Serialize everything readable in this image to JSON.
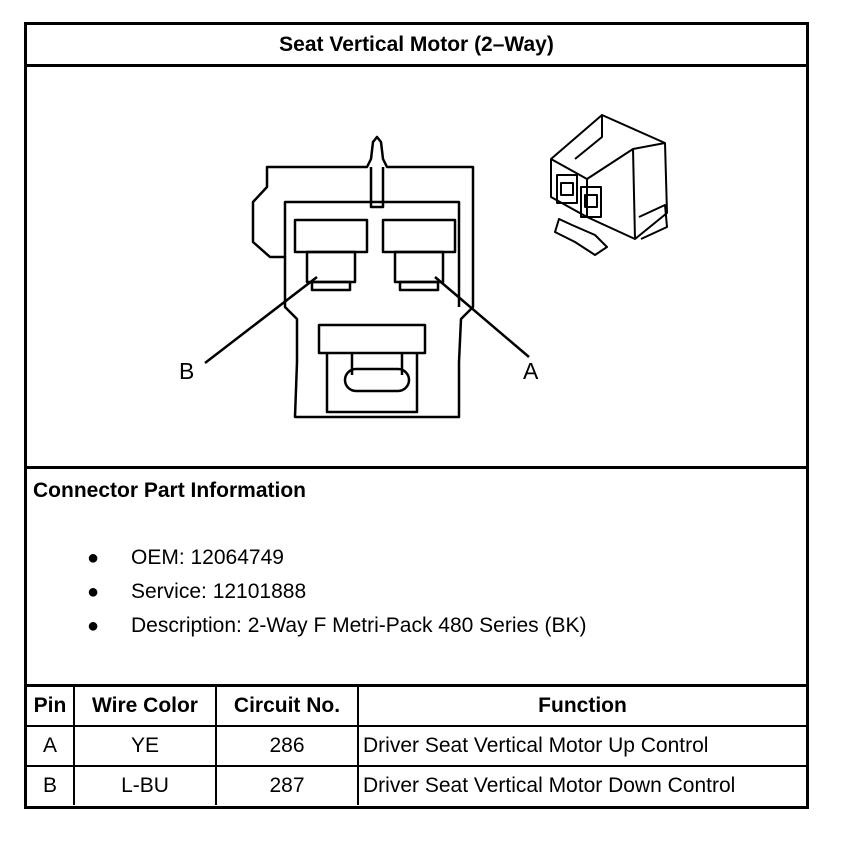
{
  "title": "Seat Vertical Motor (2–Way)",
  "diagram": {
    "label_b": "B",
    "label_a": "A"
  },
  "info": {
    "heading": "Connector Part Information",
    "items": [
      "OEM: 12064749",
      "Service: 12101888",
      "Description: 2-Way F Metri-Pack 480 Series (BK)"
    ]
  },
  "table": {
    "headers": [
      "Pin",
      "Wire Color",
      "Circuit No.",
      "Function"
    ],
    "rows": [
      [
        "A",
        "YE",
        "286",
        "Driver Seat Vertical Motor Up Control"
      ],
      [
        "B",
        "L-BU",
        "287",
        "Driver Seat Vertical Motor Down Control"
      ]
    ]
  }
}
